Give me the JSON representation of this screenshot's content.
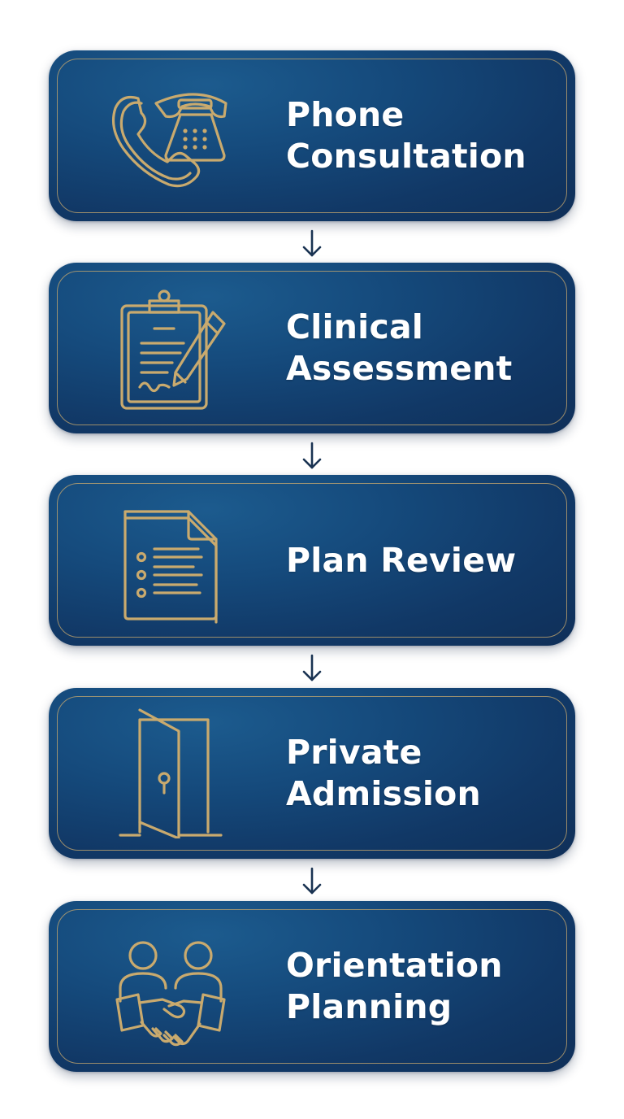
{
  "colors": {
    "box_dark": "#0f2f58",
    "box_light": "#1c5b8e",
    "gold": "#c9aa6e",
    "arrow": "#1a3352",
    "text": "#ffffff"
  },
  "steps": [
    {
      "line1": "Phone",
      "line2": "Consultation",
      "icon": "telephone-icon"
    },
    {
      "line1": "Clinical",
      "line2": "Assessment",
      "icon": "clipboard-pen-icon"
    },
    {
      "line1": "Plan Review",
      "line2": "",
      "icon": "document-list-icon"
    },
    {
      "line1": "Private",
      "line2": "Admission",
      "icon": "open-door-icon"
    },
    {
      "line1": "Orientation",
      "line2": "Planning",
      "icon": "handshake-icon"
    }
  ]
}
